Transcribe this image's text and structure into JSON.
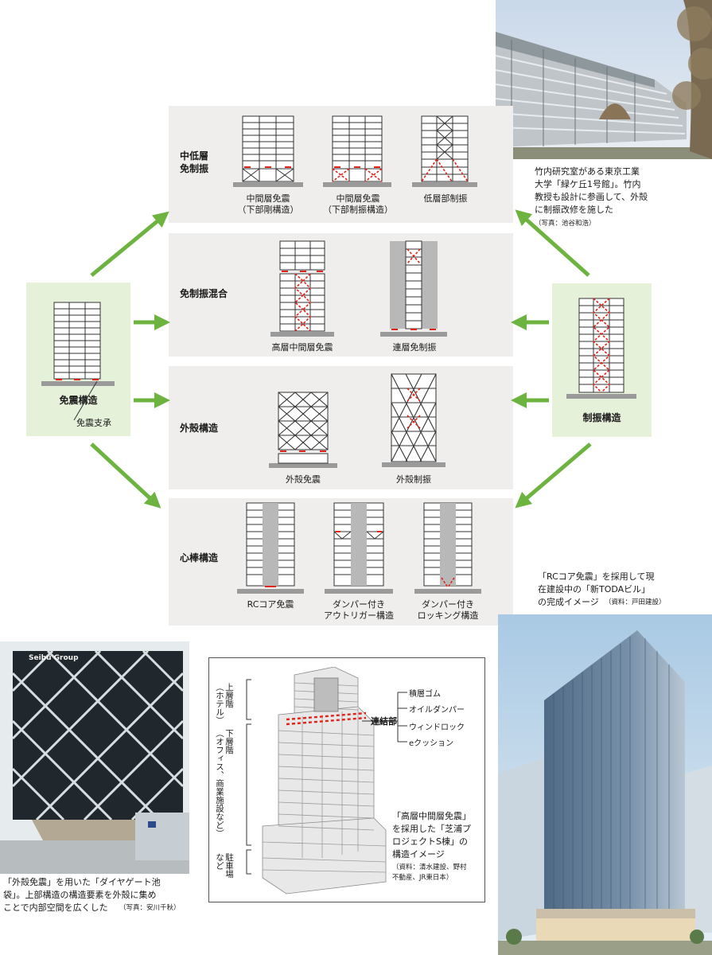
{
  "categories": {
    "mid_low": "中低層\n免制振",
    "hybrid": "免制振混合",
    "outer_shell": "外殻構造",
    "core": "心棒構造"
  },
  "diagram_labels": {
    "mid_iso_rigid": "中間層免震\n（下部剛構造）",
    "mid_iso_damped": "中間層免震\n（下部制振構造）",
    "low_damping": "低層部制振",
    "high_mid_iso": "高層中間層免震",
    "connected_damping": "連層免制振",
    "shell_iso": "外殻免震",
    "shell_damping": "外殻制振",
    "rc_core_iso": "RCコア免震",
    "outrigger": "ダンパー付き\nアウトリガー構造",
    "rocking": "ダンパー付き\nロッキング構造"
  },
  "left_box": {
    "title": "免震構造",
    "bearing": "免震支承"
  },
  "right_box": {
    "title": "制振構造"
  },
  "captions": {
    "tokyo_tech": "竹内研究室がある東京工業\n大学「緑ケ丘1号館」。竹内\n教授も設計に参画して、外殻\nに制振改修を施した",
    "tokyo_tech_credit": "（写真：池谷和浩）",
    "toda": "「RCコア免震」を採用して現\n在建設中の「新TODAビル」\nの完成イメージ",
    "toda_credit": "（資料：戸田建設）",
    "diagate": "「外殻免震」を用いた「ダイヤゲート池\n袋」。上部構造の構造要素を外殻に集め\nことで内部空間を広くした",
    "diagate_credit": "（写真：安川千秋）",
    "shibaura": "「高層中間層免震」\nを採用した「芝浦プ\nロジェクトS棟」の\n構造イメージ",
    "shibaura_credit": "（資料：清水建設、野村\n不動産、JR東日本）"
  },
  "shibaura_diagram": {
    "upper": "上層階\n（ホテル）",
    "lower": "下層階\n（オフィス、商業施設など）",
    "parking": "駐車場\nなど",
    "joint": "連結部",
    "devices": [
      "積層ゴム",
      "オイルダンパー",
      "ウィンドロック",
      "eクッション"
    ]
  },
  "photo_texts": {
    "seibu_sign": "Seibu Group"
  },
  "colors": {
    "panel": "#efeeec",
    "side_box": "#e5f1d9",
    "arrow": "#6db33f",
    "device_red": "#e2231a"
  }
}
